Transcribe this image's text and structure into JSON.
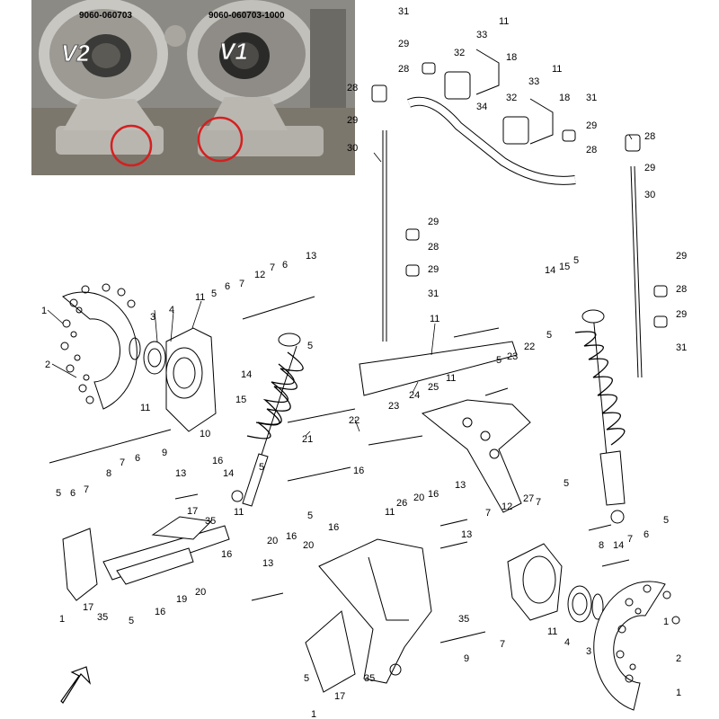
{
  "photo": {
    "part_v2": "9060-060703",
    "part_v1": "9060-060703-1000",
    "label_v2": "V2",
    "label_v1": "V1"
  },
  "callouts": [
    "1",
    "2",
    "3",
    "4",
    "5",
    "6",
    "7",
    "8",
    "9",
    "10",
    "11",
    "12",
    "13",
    "14",
    "15",
    "16",
    "17",
    "18",
    "19",
    "20",
    "21",
    "22",
    "23",
    "24",
    "25",
    "26",
    "27",
    "28",
    "29",
    "30",
    "31",
    "32",
    "33",
    "34",
    "35"
  ],
  "colors": {
    "line": "#000000",
    "highlight_circle": "#d42020",
    "photo_bg": "#8c8a85"
  },
  "icons": {
    "orientation": "front-arrow-icon"
  }
}
